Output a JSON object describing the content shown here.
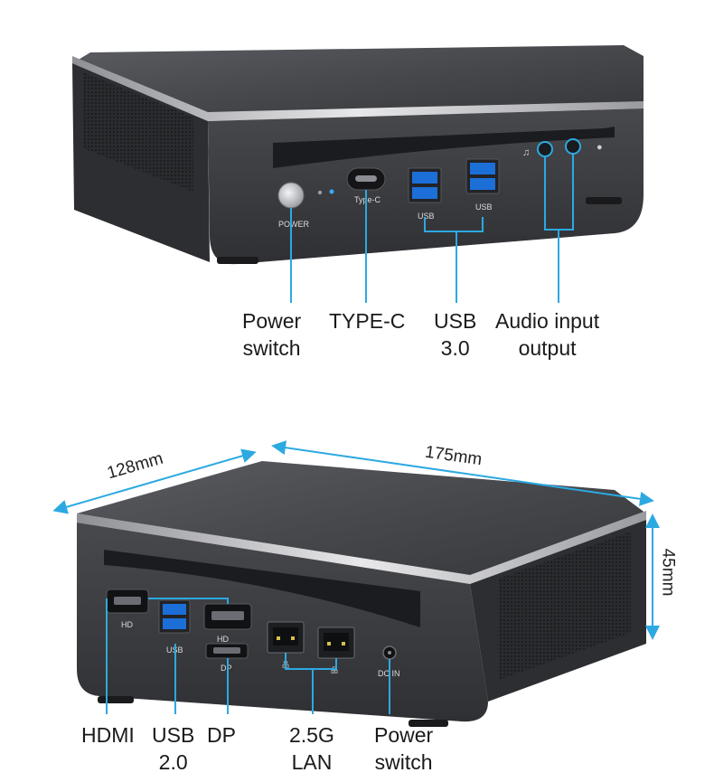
{
  "front": {
    "power_text": "POWER",
    "typec_text": "Type-C",
    "usb_text": "USB",
    "labels": {
      "power_switch": [
        "Power",
        "switch"
      ],
      "typec": [
        "TYPE-C"
      ],
      "usb30": [
        "USB",
        "3.0"
      ],
      "audio": [
        "Audio input",
        "output"
      ]
    }
  },
  "rear": {
    "hd_text": "HD",
    "usb_text": "USB",
    "dp_text": "DP",
    "dcin_text": "DC IN",
    "labels": {
      "hdmi": [
        "HDMI"
      ],
      "usb20": [
        "USB",
        "2.0"
      ],
      "dp": [
        "DP"
      ],
      "lan": [
        "2.5G",
        "LAN"
      ],
      "power_switch": [
        "Power",
        "switch"
      ]
    }
  },
  "dimensions": {
    "width": "128mm",
    "length": "175mm",
    "height": "45mm"
  },
  "colors": {
    "callout": "#2ca9e1",
    "chassis": "#3a3b3f",
    "label_text": "#1a1a1a"
  }
}
